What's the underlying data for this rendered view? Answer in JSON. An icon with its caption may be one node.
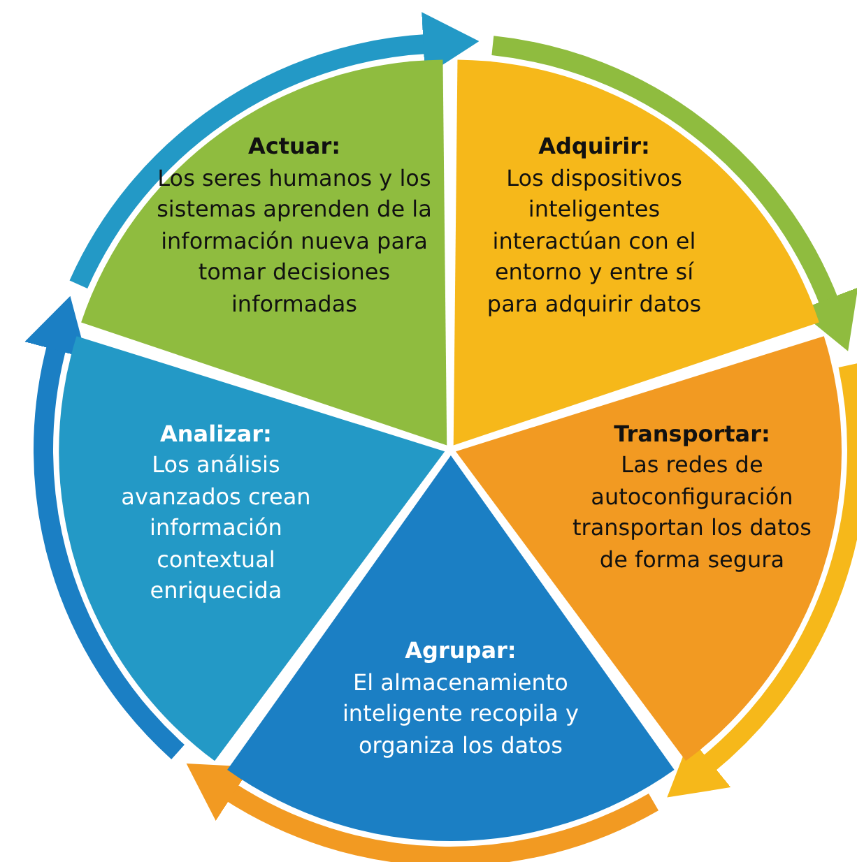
{
  "diagram": {
    "nodes": [
      {
        "text": [
          "Actuar:",
          "Los seres humanos y los sistemas aprenden de la información nueva para tomar decisiones informadas"
        ]
      },
      {
        "text": [
          "Adquirir:",
          "Los dispositivos inteligentes interactúan con el entorno y entre sí para adquirir datos"
        ]
      },
      {
        "text": [
          "Transportar:",
          "Las redes de autoconfiguración transportan los datos de forma segura"
        ]
      },
      {
        "text": [
          "Agrupar:",
          "El almacenamiento inteligente recopila y organiza los datos"
        ]
      },
      {
        "text": [
          "Analizar:",
          "Los análisis avanzados crean información contextual enriquecida"
        ]
      }
    ],
    "edges": [
      {
        "from": 0,
        "to": 1,
        "arrow": "to",
        "color": "#2399c6"
      },
      {
        "from": 1,
        "to": 2,
        "arrow": "to",
        "color": "#8fbc3f"
      },
      {
        "from": 2,
        "to": 3,
        "arrow": "to",
        "color": "#f6b81a"
      },
      {
        "from": 3,
        "to": 4,
        "arrow": "to",
        "color": "#f29a22"
      },
      {
        "from": 4,
        "to": 0,
        "arrow": "to",
        "color": "#1b7fc4"
      }
    ]
  }
}
